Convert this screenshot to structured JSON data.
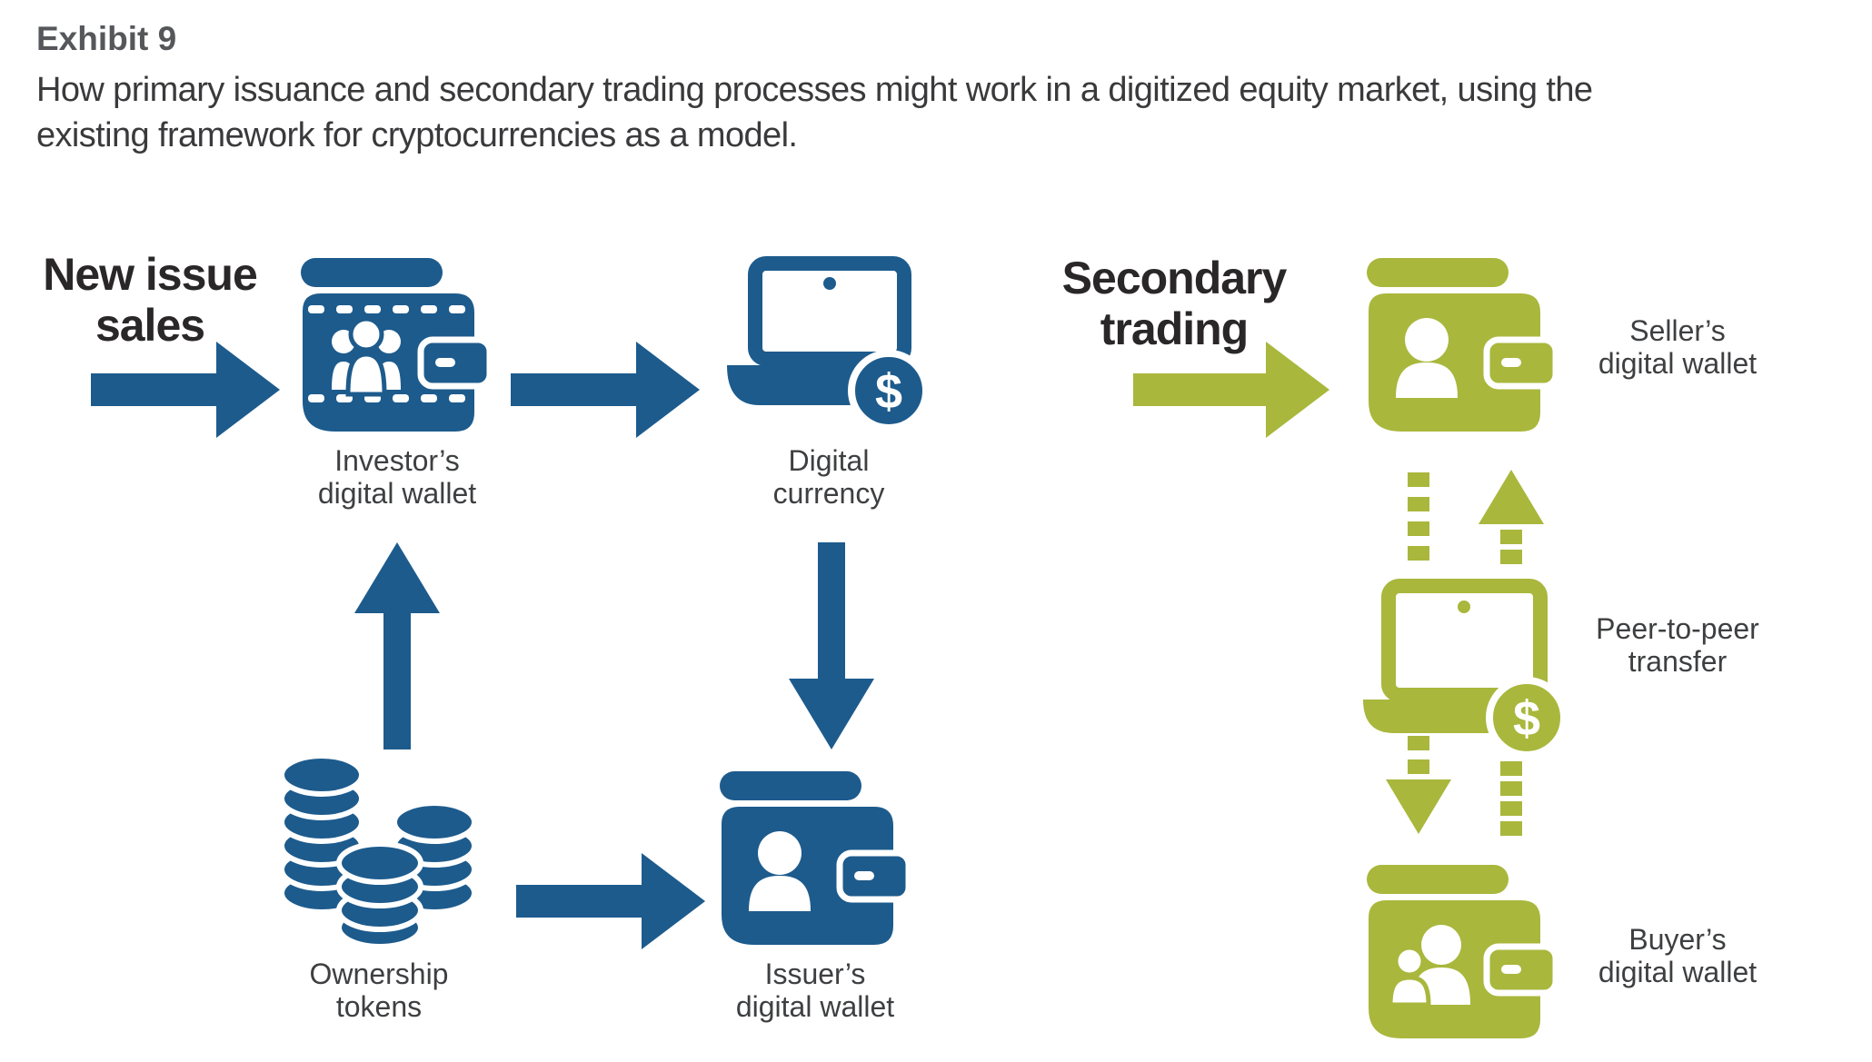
{
  "header": {
    "exhibit_label": "Exhibit 9",
    "description": "How primary issuance and secondary trading processes might work in a  digitized equity market, using the\nexisting framework for cryptocurrencies as a model."
  },
  "colors": {
    "primary_blue": "#1D5B8D",
    "secondary_green": "#A9B73C",
    "heading_text": "#2A2728",
    "label_text": "#3E3F41",
    "exhibit_label_text": "#55575B",
    "description_text": "#3A3A3C",
    "background": "#FFFFFF"
  },
  "primary_flow": {
    "heading": "New issue\nsales",
    "investor_wallet_label": "Investor’s\ndigital wallet",
    "digital_currency_label": "Digital\ncurrency",
    "ownership_tokens_label": "Ownership\ntokens",
    "issuer_wallet_label": "Issuer’s\ndigital wallet",
    "currency_symbol": "$"
  },
  "secondary_flow": {
    "heading": "Secondary\ntrading",
    "seller_wallet_label": "Seller’s\ndigital wallet",
    "p2p_label": "Peer-to-peer\ntransfer",
    "buyer_wallet_label": "Buyer’s\ndigital wallet",
    "currency_symbol": "$"
  },
  "icons": {
    "investor_wallet": "wallet-people-icon",
    "digital_currency": "laptop-dollar-icon",
    "ownership_tokens": "coin-stacks-icon",
    "issuer_wallet": "wallet-person-icon",
    "seller_wallet": "wallet-person-icon",
    "p2p_transfer": "tablet-dollar-icon",
    "buyer_wallet": "wallet-two-people-icon",
    "flow_arrow": "solid-arrow-icon",
    "transfer_lines": "dashed-arrow-icon"
  }
}
